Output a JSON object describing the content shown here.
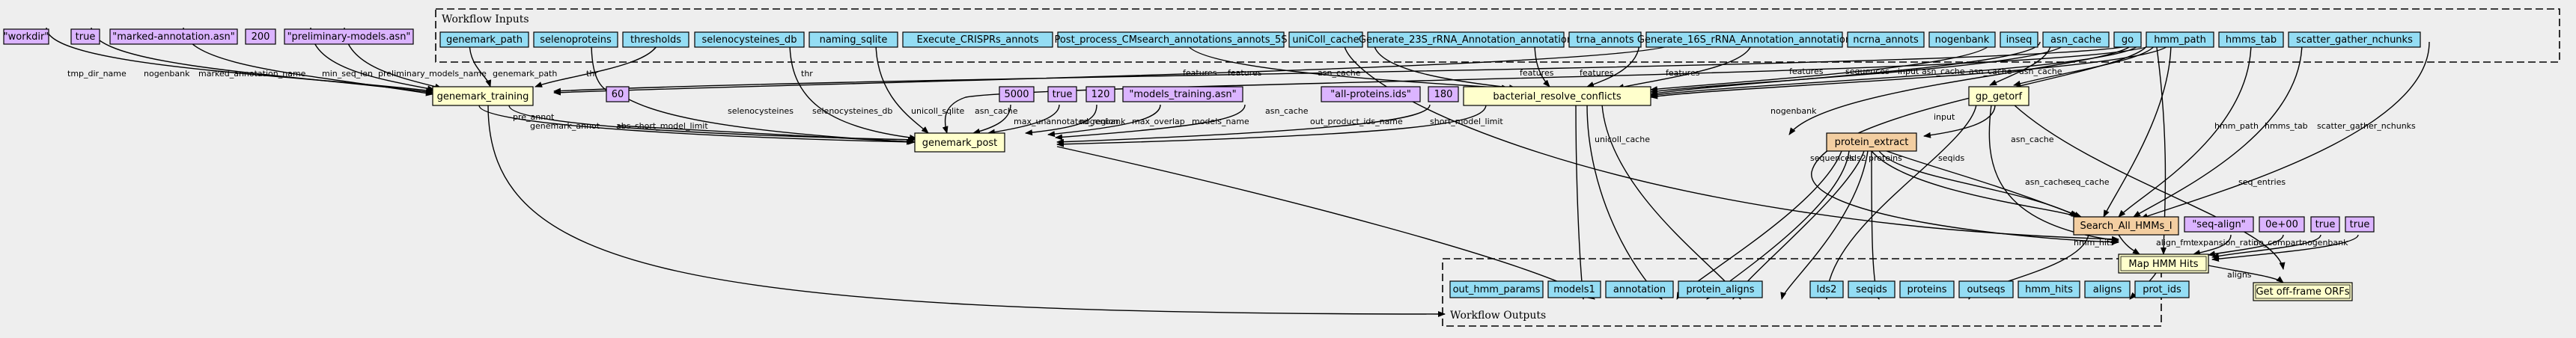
{
  "colors": {
    "background": "#eeeeee",
    "input": "#94ddf4",
    "output": "#94ddf4",
    "step": "#ffffcc",
    "subworkflow": "#ffffcc",
    "special_step": "#f3cea1",
    "constant": "#dbb4ff",
    "edge": "#000000"
  },
  "clusters": {
    "inputs": "Workflow Inputs",
    "outputs": "Workflow Outputs"
  },
  "nodes": {
    "workdir": "\"workdir\"",
    "c_true1": "true",
    "marked_annotation": "\"marked-annotation.asn\"",
    "c_200": "200",
    "preliminary_models": "\"preliminary-models.asn\"",
    "genemark_path": "genemark_path",
    "selenoproteins": "selenoproteins",
    "thresholds": "thresholds",
    "selenocysteines_db": "selenocysteines_db",
    "naming_sqlite": "naming_sqlite",
    "execute_crisprs": "Execute_CRISPRs_annots",
    "post_process": "Post_process_CMsearch_annotations_annots_5S",
    "unicoll_cache": "uniColl_cache",
    "gen_23s": "Generate_23S_rRNA_Annotation_annotation",
    "trna_annots": "trna_annots",
    "gen_16s": "Generate_16S_rRNA_Annotation_annotation",
    "ncrna_annots": "ncrna_annots",
    "nogenbank": "nogenbank",
    "inseq": "inseq",
    "asn_cache": "asn_cache",
    "go": "go",
    "hmm_path": "hmm_path",
    "hmms_tab": "hmms_tab",
    "scatter_gather": "scatter_gather_nchunks",
    "genemark_training": "genemark_training",
    "c_60": "60",
    "c_5000": "5000",
    "c_true2": "true",
    "c_120": "120",
    "models_training": "\"models_training.asn\"",
    "all_proteins": "\"all-proteins.ids\"",
    "c_180": "180",
    "bacterial_resolve": "bacterial_resolve_conflicts",
    "gp_getorf": "gp_getorf",
    "genemark_post": "genemark_post",
    "protein_extract": "protein_extract",
    "search_all_hmms": "Search_All_HMMs_I",
    "seq_align": "\"seq-align\"",
    "c_0e00": "0e+00",
    "c_true3": "true",
    "c_true4": "true",
    "map_hmm_hits": "Map HMM Hits",
    "get_offframe": "Get off-frame ORFs",
    "out_hmm_params": "out_hmm_params",
    "models1": "models1",
    "annotation": "annotation",
    "protein_aligns": "protein_aligns",
    "lds2": "lds2",
    "seqids": "seqids",
    "proteins": "proteins",
    "outseqs": "outseqs",
    "hmm_hits": "hmm_hits",
    "aligns": "aligns",
    "prot_ids": "prot_ids"
  },
  "edge_labels": {
    "tmp_dir_name": "tmp_dir_name",
    "nogenbank": "nogenbank",
    "marked_annotation_name": "marked_annotation_name",
    "min_seq_len": "min_seq_len",
    "preliminary_models_name": "preliminary_models_name",
    "genemark_path": "genemark_path",
    "thr": "thr",
    "pre_annot": "pre_annot",
    "genemark_annot": "genemark_annot",
    "abs_short_model_limit": "abs_short_model_limit",
    "selenocysteines": "selenocysteines",
    "selenocysteines_db": "selenocysteines_db",
    "unicoll_sqlite": "unicoll_sqlite",
    "asn_cache": "asn_cache",
    "max_unannotated_region": "max_unannotated_region",
    "max_overlap": "max_overlap",
    "models_name": "models_name",
    "out_product_ids_name": "out_product_ids_name",
    "short_model_limit": "short_model_limit",
    "features": "features",
    "unicoll_cache": "unicoll_cache",
    "sequences": "sequences",
    "input": "input",
    "lds2": "lds2",
    "proteins": "proteins",
    "seqids": "seqids",
    "hmm_path": "hmm_path",
    "hmms_tab": "hmms_tab",
    "scatter_gather_nchunks": "scatter_gather_nchunks",
    "seq_cache": "seq_cache",
    "seq_entries": "seq_entries",
    "hmm_hits": "hmm_hits",
    "align_fmt": "align_fmt",
    "expansion_ratio": "expansion_ratio",
    "no_compart": "no_compart",
    "aligns": "aligns"
  }
}
